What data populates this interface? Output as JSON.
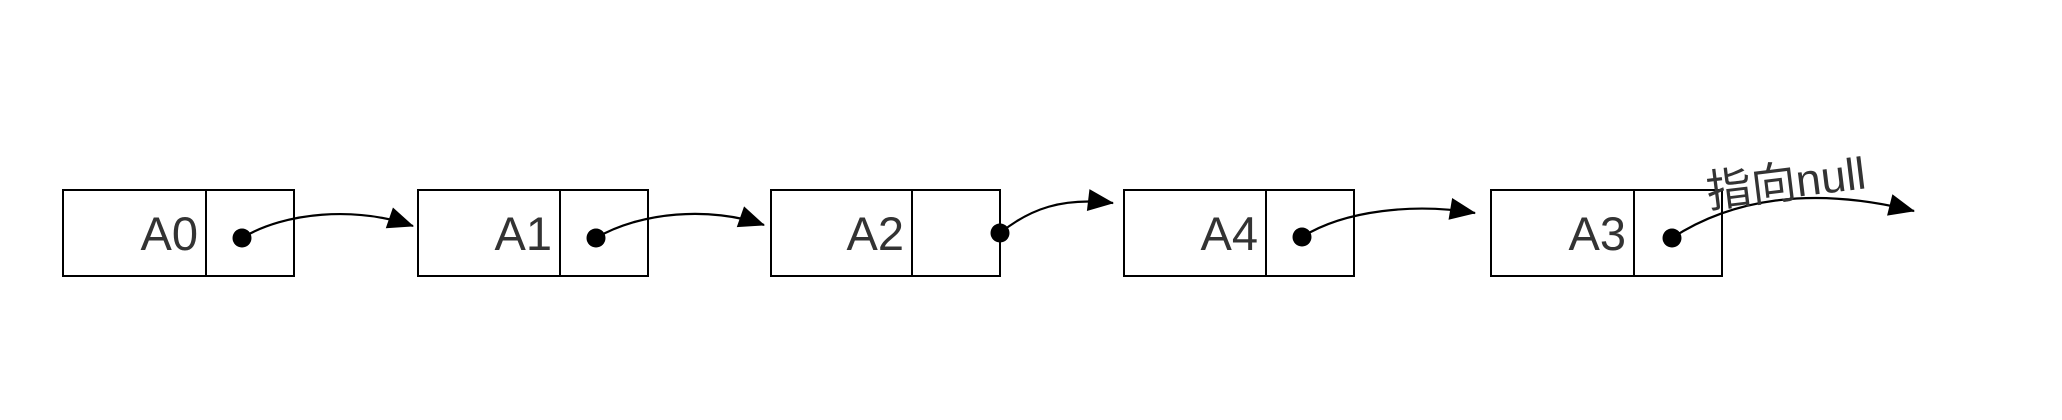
{
  "diagram": {
    "type": "singly-linked-list",
    "background_color": "#ffffff",
    "line_color": "#000000",
    "text_color": "#333333",
    "nodes": [
      {
        "label": "A0",
        "cells": [
          "data",
          "pointer"
        ]
      },
      {
        "label": "A1",
        "cells": [
          "data",
          "pointer"
        ]
      },
      {
        "label": "A2",
        "cells": [
          "data",
          "pointer"
        ]
      },
      {
        "label": "A4",
        "cells": [
          "data",
          "pointer"
        ]
      },
      {
        "label": "A3",
        "cells": [
          "data",
          "pointer"
        ]
      }
    ],
    "links": [
      {
        "from": "A0",
        "to": "A1",
        "label": ""
      },
      {
        "from": "A1",
        "to": "A2",
        "label": ""
      },
      {
        "from": "A2",
        "to": "A4",
        "label": ""
      },
      {
        "from": "A4",
        "to": "A3",
        "label": ""
      },
      {
        "from": "A3",
        "to": "null",
        "label": "指向null"
      }
    ]
  }
}
